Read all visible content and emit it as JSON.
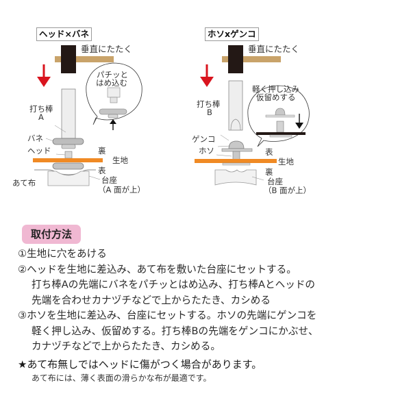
{
  "panels": [
    {
      "title": "ヘッド×バネ",
      "labels": {
        "strike": "垂直にたたく",
        "callout": [
          "パチッと",
          "はめ込む"
        ],
        "rod": [
          "打ち棒",
          "A"
        ],
        "spring": "バネ",
        "head": "ヘッド",
        "back": "裏",
        "fabric": "生地",
        "front": "表",
        "cloth": "あて布",
        "base": "台座",
        "base_note": "（A 面が上）"
      }
    },
    {
      "title": "ホソxゲンコ",
      "labels": {
        "strike": "垂直にたたく",
        "callout": [
          "軽く押し込み",
          "仮留めする"
        ],
        "rod": [
          "打ち棒",
          "B"
        ],
        "genko": "ゲンコ",
        "hoso": "ホソ",
        "front": "表",
        "fabric": "生地",
        "back": "裏",
        "base": "台座",
        "base_note": "（B 面が上）"
      }
    }
  ],
  "colors": {
    "arrow": "#d9141e",
    "fabric": "#f08a24",
    "handle": "#c9a36a",
    "hammer": "#231815",
    "badge": "#f0b8d2"
  },
  "howto": {
    "title": "取付方法",
    "steps": [
      {
        "lines": [
          "①生地に穴をあける"
        ]
      },
      {
        "lines": [
          "②ヘッドを生地に差込み、あて布を敷いた台座にセットする。",
          "打ち棒Aの先端にバネをパチッとはめ込み、打ち棒Aとヘッドの",
          "先端を合わせカナヅチなどで上からたたき、カシめる"
        ]
      },
      {
        "lines": [
          "③ホソを生地に差込み、台座にセットする。ホソの先端にゲンコを",
          "軽く押し込み、仮留めする。打ち棒Bの先端をゲンコにかぶせ、",
          "カナヅチなどで上からたたき、カシめる。"
        ]
      }
    ],
    "note": "★あて布無しではヘッドに傷がつく場合があります。",
    "note_sub": "あて布には、薄く表面の滑らかな布が最適です。"
  }
}
